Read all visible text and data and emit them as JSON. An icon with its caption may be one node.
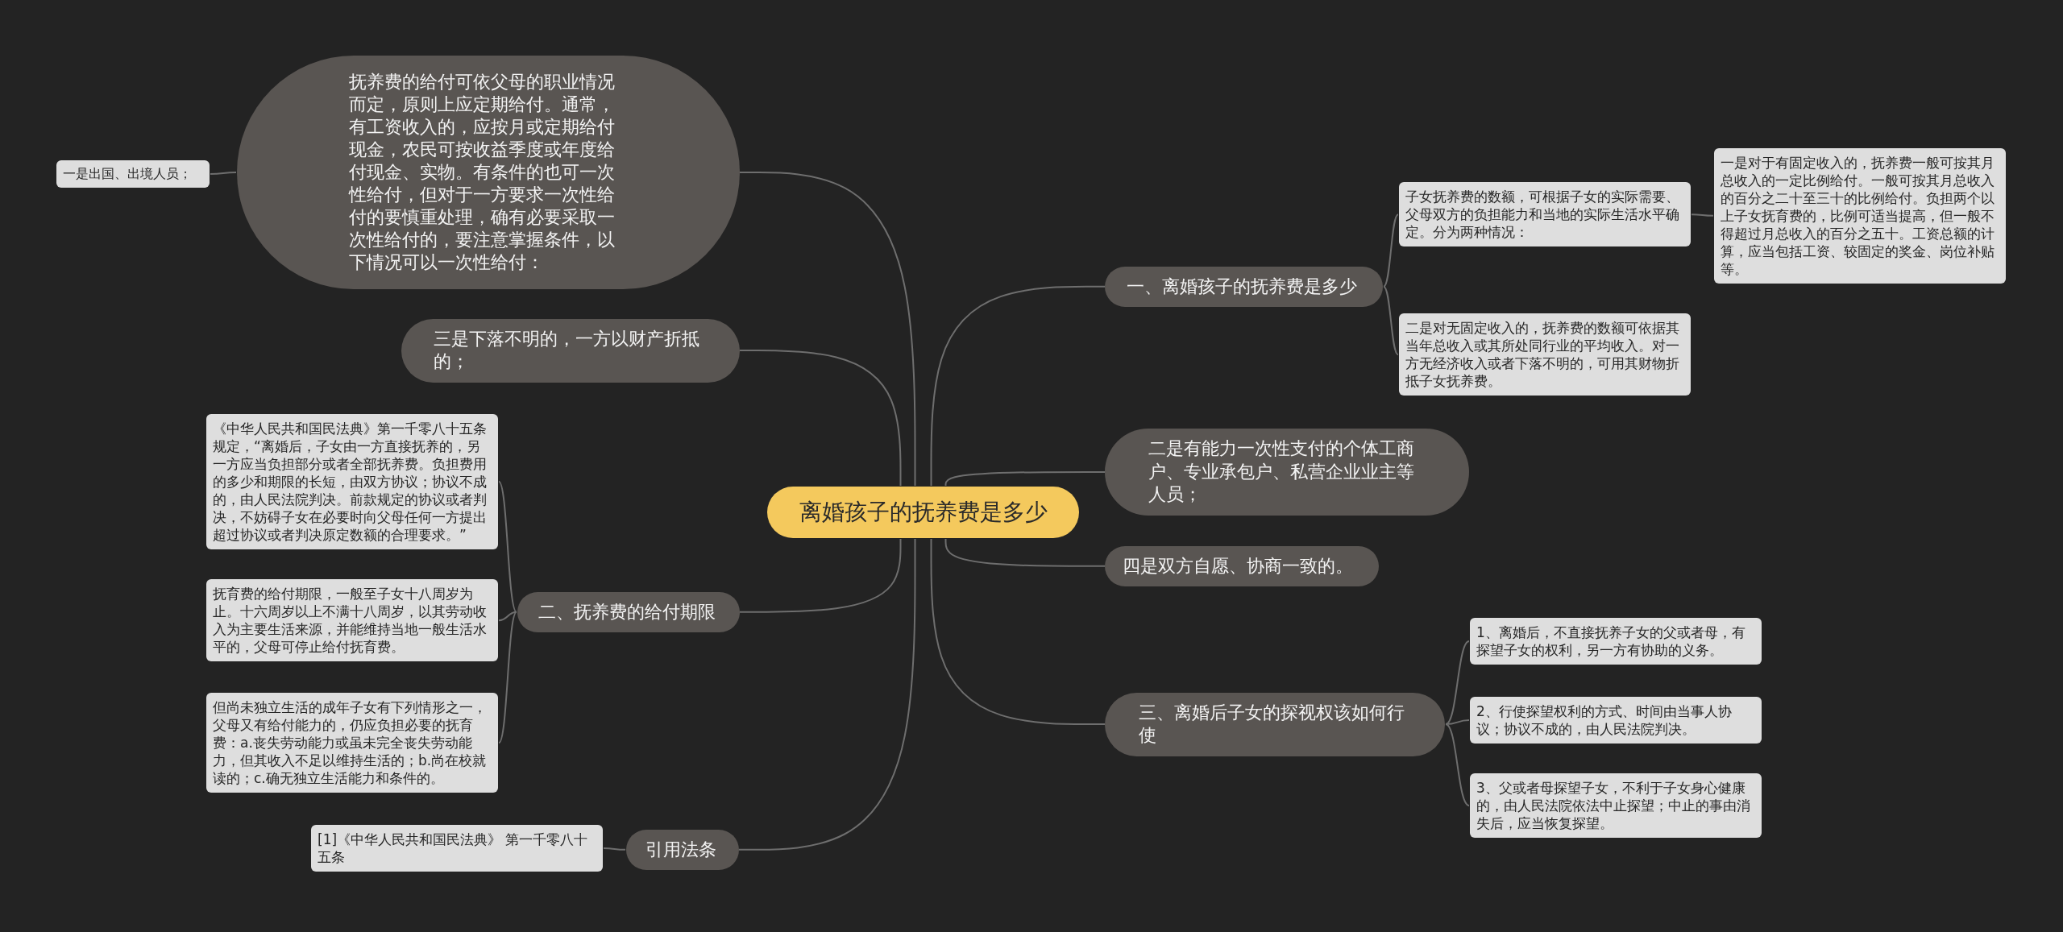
{
  "diagram": {
    "nodes": [
      {
        "text": [
          "离婚孩子的抚养费是多少"
        ]
      },
      {
        "text": [
          "一、离婚孩子的抚养费是多少"
        ]
      },
      {
        "text": [
          "子女抚养费的数额，可根据子女的实际需要、父母双方的负担能力和当地的实际生活水平确定。分为两种情况："
        ]
      },
      {
        "text": [
          "一是对于有固定收入的，抚养费一般可按其月总收入的一定比例给付。一般可按其月总收入的百分之二十至三十的比例给付。负担两个以上子女抚育费的，比例可适当提高，但一般不得超过月总收入的百分之五十。工资总额的计算，应当包括工资、较固定的奖金、岗位补贴等。"
        ]
      },
      {
        "text": [
          "二是对无固定收入的，抚养费的数额可依据其当年总收入或其所处同行业的平均收入。对一方无经济收入或者下落不明的，可用其财物折抵子女抚养费。"
        ]
      },
      {
        "text": [
          "二是有能力一次性支付的个体工商户、专业承包户、私营企业业主等人员；"
        ]
      },
      {
        "text": [
          "四是双方自愿、协商一致的。"
        ]
      },
      {
        "text": [
          "三、离婚后子女的探视权该如何行使"
        ]
      },
      {
        "text": [
          "1、离婚后，不直接抚养子女的父或者母，有探望子女的权利，另一方有协助的义务。"
        ]
      },
      {
        "text": [
          "2、行使探望权利的方式、时间由当事人协议；协议不成的，由人民法院判决。"
        ]
      },
      {
        "text": [
          "3、父或者母探望子女，不利于子女身心健康的，由人民法院依法中止探望；中止的事由消失后，应当恢复探望。"
        ]
      },
      {
        "text": [
          "抚养费的给付可依父母的职业情况而定，原则上应定期给付。通常，有工资收入的，应按月或定期给付现金，农民可按收益季度或年度给付现金、实物。有条件的也可一次性给付，但对于一方要求一次性给付的要慎重处理，确有必要采取一次性给付的，要注意掌握条件，以下情况可以一次性给付："
        ]
      },
      {
        "text": [
          "一是出国、出境人员；"
        ]
      },
      {
        "text": [
          "三是下落不明的，一方以财产折抵的；"
        ]
      },
      {
        "text": [
          "二、抚养费的给付期限"
        ]
      },
      {
        "text": [
          "《中华人民共和国民法典》第一千零八十五条规定，“离婚后，子女由一方直接抚养的，另一方应当负担部分或者全部抚养费。负担费用的多少和期限的长短，由双方协议；协议不成的，由人民法院判决。前款规定的协议或者判决，不妨碍子女在必要时向父母任何一方提出超过协议或者判决原定数额的合理要求。”"
        ]
      },
      {
        "text": [
          "抚育费的给付期限，一般至子女十八周岁为止。十六周岁以上不满十八周岁，以其劳动收入为主要生活来源，并能维持当地一般生活水平的，父母可停止给付抚育费。"
        ]
      },
      {
        "text": [
          "但尚未独立生活的成年子女有下列情形之一，父母又有给付能力的，仍应负担必要的抚育费：a.丧失劳动能力或虽未完全丧失劳动能力，但其收入不足以维持生活的；b.尚在校就读的；c.确无独立生活能力和条件的。"
        ]
      },
      {
        "text": [
          "引用法条"
        ]
      },
      {
        "text": [
          "[1]《中华人民共和国民法典》 第一千零八十五条"
        ]
      }
    ],
    "edges": [
      {
        "from": 0,
        "to": 1,
        "arrow": "none"
      },
      {
        "from": 1,
        "to": 2,
        "arrow": "none"
      },
      {
        "from": 2,
        "to": 3,
        "arrow": "none"
      },
      {
        "from": 1,
        "to": 4,
        "arrow": "none"
      },
      {
        "from": 0,
        "to": 5,
        "arrow": "none"
      },
      {
        "from": 0,
        "to": 6,
        "arrow": "none"
      },
      {
        "from": 0,
        "to": 7,
        "arrow": "none"
      },
      {
        "from": 7,
        "to": 8,
        "arrow": "none"
      },
      {
        "from": 7,
        "to": 9,
        "arrow": "none"
      },
      {
        "from": 7,
        "to": 10,
        "arrow": "none"
      },
      {
        "from": 0,
        "to": 11,
        "arrow": "none"
      },
      {
        "from": 11,
        "to": 12,
        "arrow": "none"
      },
      {
        "from": 0,
        "to": 13,
        "arrow": "none"
      },
      {
        "from": 0,
        "to": 14,
        "arrow": "none"
      },
      {
        "from": 14,
        "to": 15,
        "arrow": "none"
      },
      {
        "from": 14,
        "to": 16,
        "arrow": "none"
      },
      {
        "from": 14,
        "to": 17,
        "arrow": "none"
      },
      {
        "from": 0,
        "to": 18,
        "arrow": "none"
      },
      {
        "from": 18,
        "to": 19,
        "arrow": "none"
      }
    ]
  }
}
